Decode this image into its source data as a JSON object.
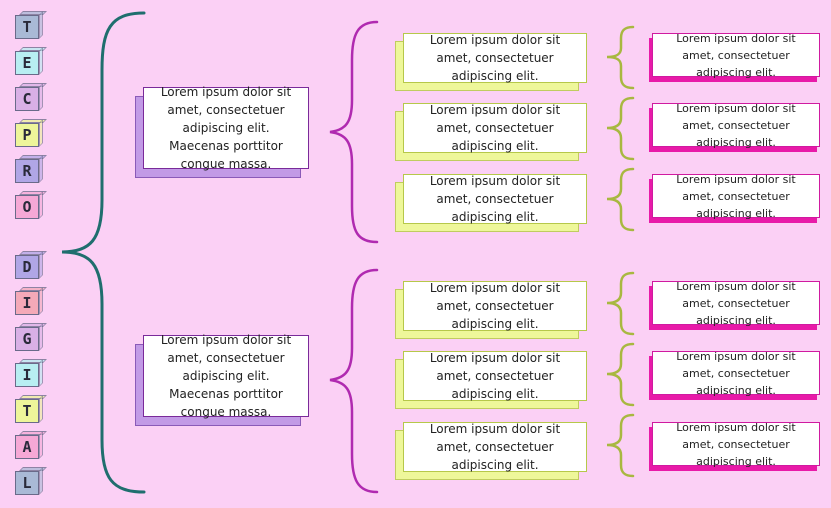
{
  "title_letters": [
    {
      "char": "T",
      "color": "#a9b9d6"
    },
    {
      "char": "E",
      "color": "#b8eef2"
    },
    {
      "char": "C",
      "color": "#d9b0e6"
    },
    {
      "char": "P",
      "color": "#eef59a"
    },
    {
      "char": "R",
      "color": "#b0a6e6"
    },
    {
      "char": "O",
      "color": "#f6a8d6"
    },
    {
      "char": "D",
      "color": "#b0a6e6"
    },
    {
      "char": "I",
      "color": "#f4a9b8"
    },
    {
      "char": "G",
      "color": "#d9b0e6"
    },
    {
      "char": "I",
      "color": "#b8eef2"
    },
    {
      "char": "T",
      "color": "#eef59a"
    },
    {
      "char": "A",
      "color": "#f6a8d6"
    },
    {
      "char": "L",
      "color": "#a9b9d6"
    }
  ],
  "branches": [
    {
      "text": "Lorem ipsum dolor sit amet, consectetuer adipiscing elit. Maecenas porttitor congue massa.",
      "children": [
        {
          "text": "Lorem ipsum dolor sit amet, consectetuer adipiscing elit.",
          "leaf": "Lorem ipsum dolor sit amet, consectetuer adipiscing elit."
        },
        {
          "text": "Lorem ipsum dolor sit amet, consectetuer adipiscing elit.",
          "leaf": "Lorem ipsum dolor sit amet, consectetuer adipiscing elit."
        },
        {
          "text": "Lorem ipsum dolor sit amet, consectetuer adipiscing elit.",
          "leaf": "Lorem ipsum dolor sit amet, consectetuer adipiscing elit."
        }
      ]
    },
    {
      "text": "Lorem ipsum dolor sit amet, consectetuer adipiscing elit. Maecenas porttitor congue massa.",
      "children": [
        {
          "text": "Lorem ipsum dolor sit amet, consectetuer adipiscing elit.",
          "leaf": "Lorem ipsum dolor sit amet, consectetuer adipiscing elit."
        },
        {
          "text": "Lorem ipsum dolor sit amet, consectetuer adipiscing elit.",
          "leaf": "Lorem ipsum dolor sit amet, consectetuer adipiscing elit."
        },
        {
          "text": "Lorem ipsum dolor sit amet, consectetuer adipiscing elit.",
          "leaf": "Lorem ipsum dolor sit amet, consectetuer adipiscing elit."
        }
      ]
    }
  ],
  "colors": {
    "background": "#fbd0f5",
    "main_brace": "#1f6e6e",
    "mid_brace": "#b02ab0",
    "small_brace": "#a8b840",
    "level1_border": "#7a2a9a",
    "level1_shadow": "#c29ae6",
    "level2_shadow": "#eef79a",
    "level3_shadow": "#e81aa8"
  }
}
